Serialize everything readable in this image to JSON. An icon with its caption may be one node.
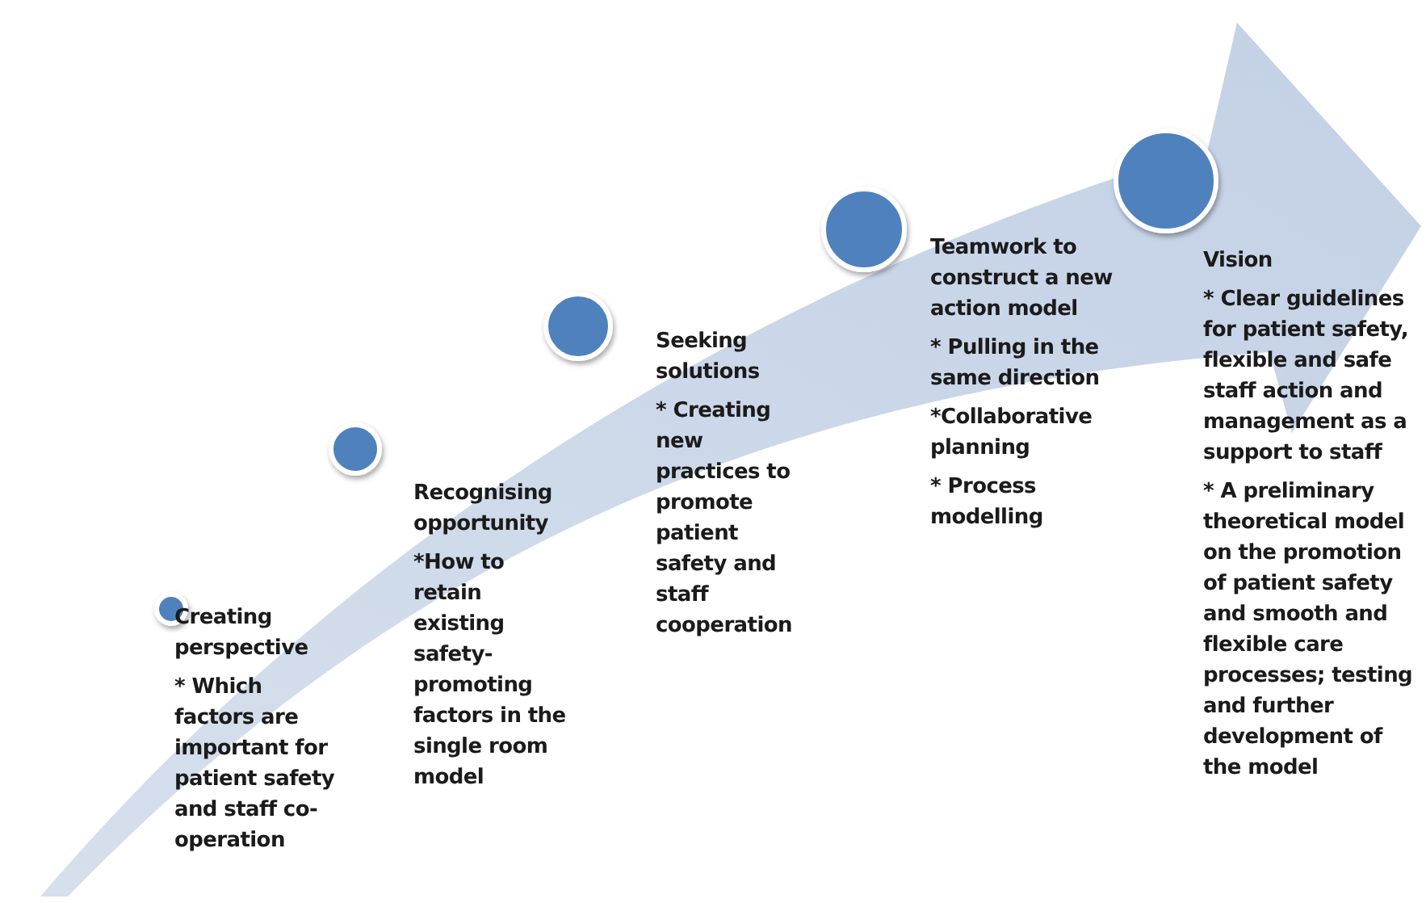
{
  "diagram": {
    "nodes": [
      {
        "text": [
          "Creating perspective",
          "* Which factors are important for patient safety and staff co-operation"
        ]
      },
      {
        "text": [
          "Recognising opportunity",
          "*How to retain existing safety-promoting factors in the single room model"
        ]
      },
      {
        "text": [
          "Seeking solutions",
          "* Creating new practices to promote patient safety and staff cooperation"
        ]
      },
      {
        "text": [
          "Teamwork to construct a new action model",
          "* Pulling in the same direction",
          "*Collaborative planning",
          "* Process modelling"
        ]
      },
      {
        "text": [
          "Vision",
          "* Clear guidelines for patient safety, flexible and safe staff action and management as a support to staff",
          "* A preliminary theoretical model on the promotion of patient safety and smooth and flexible care processes; testing and further development of the model"
        ]
      }
    ]
  }
}
